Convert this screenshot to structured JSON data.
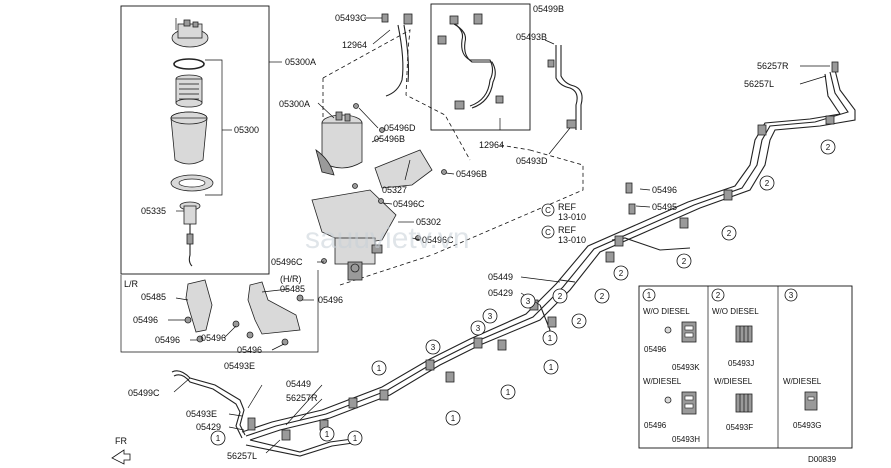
{
  "labels": {
    "l05300a_top": "05300A",
    "l05300": "05300",
    "l05335": "05335",
    "l05493c": "05493C",
    "l12964_top": "12964",
    "l05300a_mid": "05300A",
    "l05496d": "05496D",
    "l05496b_a": "05496B",
    "l05327": "05327",
    "l05496b_b": "05496B",
    "l05496c_a": "05496C",
    "l05302": "05302",
    "l05496c_b": "05496C",
    "l05496c_c": "05496C",
    "l05499b": "05499B",
    "l05493b": "05493B",
    "l12964_box": "12964",
    "l05493d": "05493D",
    "l56257r_top": "56257R",
    "l56257l_top": "56257L",
    "l05496_right": "05496",
    "l05495": "05495",
    "ref1_code": "C",
    "ref1_a": "REF",
    "ref1_b": "13-010",
    "ref2_code": "C",
    "ref2_a": "REF",
    "ref2_b": "13-010",
    "l05449_mid": "05449",
    "l05429_mid": "05429",
    "lr_tag": "L/R",
    "l05485_left": "05485",
    "l05496_l1": "05496",
    "l05496_l2": "05496",
    "hr_tag": "(H/R)",
    "l05485_mid": "05485",
    "l05496_m1": "05496",
    "l05496_m2": "05496",
    "l05496_m3": "05496",
    "l05493e_a": "05493E",
    "l05499c": "05499C",
    "l05493e_b": "05493E",
    "l05429_bot": "05429",
    "l05449_bot": "05449",
    "l56257r_bot": "56257R",
    "l56257l_bot": "56257L",
    "fr": "FR",
    "watermark": "sauuvietv.vn",
    "diagram_code": "D00839"
  },
  "legend": {
    "col1": {
      "num": "1",
      "h1": "W/O DIESEL",
      "p1": "05496",
      "p2": "05493K",
      "h2": "W/DIESEL",
      "p3": "05496",
      "p4": "05493H"
    },
    "col2": {
      "num": "2",
      "h1": "W/O DIESEL",
      "p1": "05493J",
      "h2": "W/DIESEL",
      "p2": "05493F"
    },
    "col3": {
      "num": "3",
      "h1": "W/DIESEL",
      "p1": "05493G"
    }
  },
  "callouts": [
    "1",
    "1",
    "1",
    "1",
    "1",
    "1",
    "1",
    "1",
    "2",
    "2",
    "2",
    "2",
    "2",
    "2",
    "2",
    "2",
    "3",
    "3",
    "3",
    "3"
  ]
}
